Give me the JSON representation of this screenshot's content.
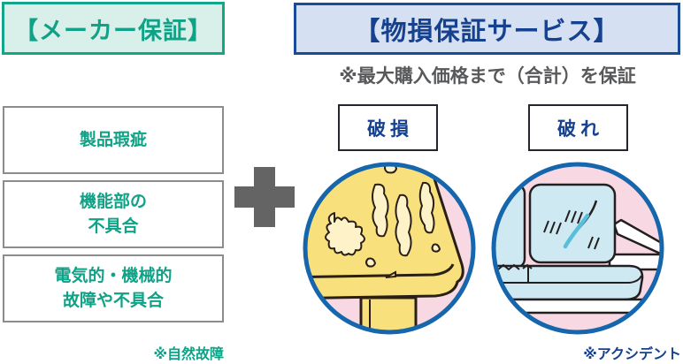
{
  "manufacturer_warranty": {
    "header": "【メーカー保証】",
    "coverage_items": [
      "製品瑕疵",
      "機能部の\n不具合",
      "電気的・機械的\n故障や不具合"
    ],
    "footnote": "※自然故障",
    "accent_color": "#13a68a",
    "header_bg": "#d9efe9"
  },
  "plus_sign": "+",
  "damage_warranty": {
    "header": "【物損保証サービス】",
    "subtitle": "※最大購入価格まで（合計）を保証",
    "damage_labels": [
      "破損",
      "破れ"
    ],
    "footnote": "※アクシデント",
    "accent_color": "#16418f",
    "header_bg": "#d5e1f2"
  },
  "illustrations": {
    "left": "damaged-table",
    "right": "torn-sofa",
    "ring_color": "#1566ad",
    "background_color": "#f8d9e3",
    "table_color": "#f8e17c",
    "scratch_color": "#fdf2c8",
    "sofa_color": "#cfe9f3",
    "tear_color": "#57bedb"
  }
}
